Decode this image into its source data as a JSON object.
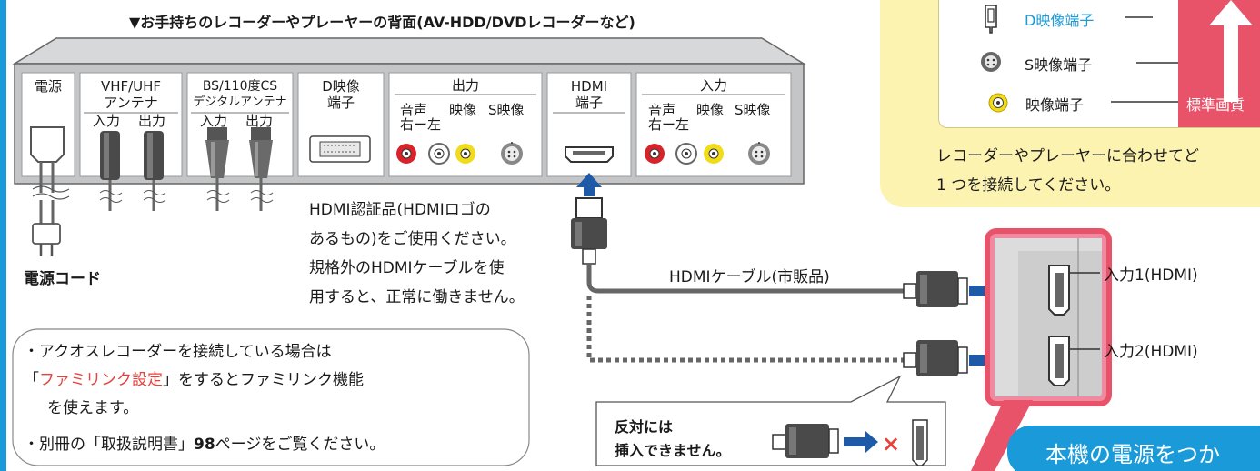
{
  "recorder": {
    "title": "▼お手持ちのレコーダーやプレーヤーの背面(AV-HDD/DVDレコーダーなど)",
    "power": "電源",
    "vhf_line1": "VHF/UHF",
    "vhf_line2": "アンテナ",
    "bs_line1": "BS/110度CS",
    "bs_line2": "デジタルアンテナ",
    "in": "入力",
    "out": "出力",
    "d_line1": "D映像",
    "d_line2": "端子",
    "output_group": "出力",
    "hdmi_line1": "HDMI",
    "hdmi_line2": "端子",
    "input_group": "入力",
    "audio": "音声",
    "audio_rl": "右ー左",
    "video": "映像",
    "svideo": "S映像"
  },
  "power_cord_label": "電源コード",
  "hdmi_note": [
    "HDMI認証品(HDMIロゴの",
    "あるもの)をご使用ください。",
    "規格外のHDMIケーブルを使",
    "用すると、正常に働きません。"
  ],
  "cable_label": "HDMIケーブル(市販品)",
  "tv_inputs": [
    "入力1(HDMI)",
    "入力2(HDMI)"
  ],
  "reverse_note": [
    "反対には",
    "挿入できません。"
  ],
  "tips": {
    "line1": "・アクオスレコーダーを接続している場合は",
    "line2_pre": "「",
    "line2_link": "ファミリンク設定",
    "line2_post": "」をするとファミリンク機能",
    "line3": "を使えます。",
    "line4_pre": "・別冊の「取扱説明書」",
    "line4_page": "98",
    "line4_post": "ページをご覧ください。"
  },
  "quality": {
    "d_video": "D映像端子",
    "s_video": "S映像端子",
    "composite": "映像端子",
    "standard": "標準画質",
    "note1": "レコーダーやプレーヤーに合わせてど",
    "note2": "1 つを接続してください。"
  },
  "banner": "本機の電源をつか",
  "colors": {
    "blue": "#1a9ad8",
    "pink": "#e9536a",
    "cream": "#fdf3b0",
    "link_red": "#e8413c",
    "arrow_blue": "#1e5aa8"
  }
}
